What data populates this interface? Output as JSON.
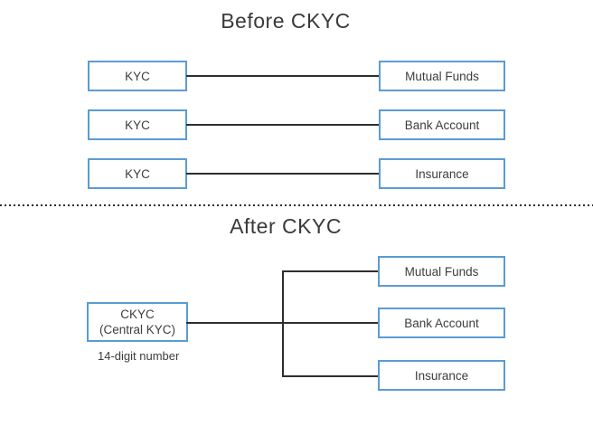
{
  "colors": {
    "box_border": "#5B9BD5",
    "connector_line": "#2E2E2E",
    "text": "#3D3D3D",
    "title": "#3A3A3A",
    "background": "#FFFFFF"
  },
  "before": {
    "title": "Before CKYC",
    "rows": [
      {
        "left": "KYC",
        "right": "Mutual Funds"
      },
      {
        "left": "KYC",
        "right": "Bank Account"
      },
      {
        "left": "KYC",
        "right": "Insurance"
      }
    ]
  },
  "after": {
    "title": "After CKYC",
    "hub": {
      "line1": "CKYC",
      "line2": "(Central KYC)",
      "note": "14-digit number"
    },
    "targets": [
      "Mutual Funds",
      "Bank Account",
      "Insurance"
    ]
  }
}
